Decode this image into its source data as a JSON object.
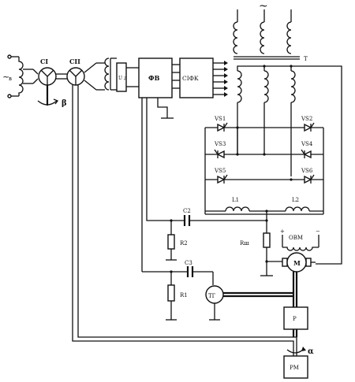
{
  "labels": {
    "u_v": "~",
    "v": "в",
    "ci": "СІ",
    "cii": "СІІ",
    "beta": "β",
    "ud": "U д",
    "fv": "ФВ",
    "sifk": "СІФК",
    "ac_top": "~",
    "t": "Т",
    "vs1": "VS1",
    "vs2": "VS2",
    "vs3": "VS3",
    "vs4": "VS4",
    "vs5": "VS5",
    "vs6": "VS6",
    "l1": "L1",
    "l2": "L2",
    "c2": "С2",
    "c3": "С3",
    "r2": "R2",
    "r1": "R1",
    "rsh": "Rш",
    "plus": "+",
    "minus": "−",
    "ovm": "ОВМ",
    "m": "М",
    "tg": "ТГ",
    "p": "Р",
    "alpha": "α",
    "rm": "РМ"
  }
}
